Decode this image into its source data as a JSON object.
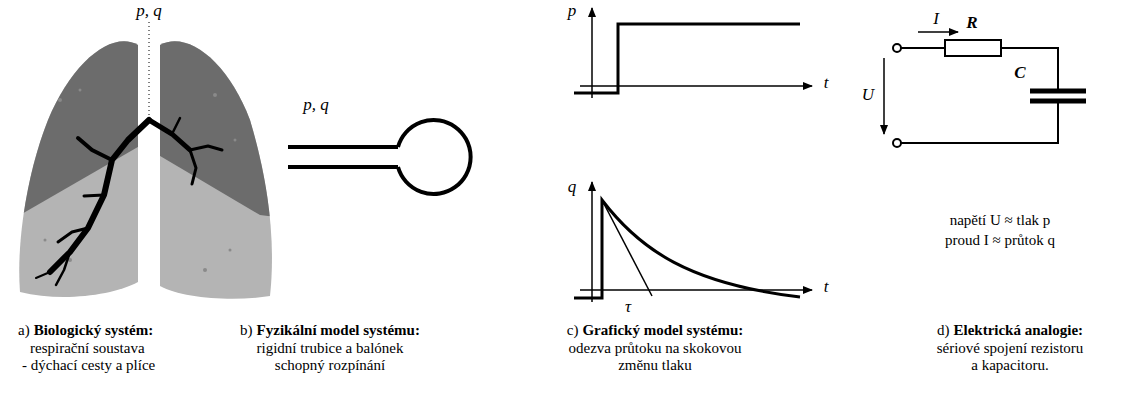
{
  "diagram": {
    "labels": [
      "p, q",
      "p, q",
      "p",
      "t",
      "q",
      "t",
      "τ",
      "I",
      "R",
      "U",
      "C",
      "napětí U ≈ tlak p",
      "proud I ≈ průtok q",
      "a)",
      "Biologický systém:",
      "respirační soustava",
      "- dýchací cesty a plíce",
      "b)",
      "Fyzikální model systému:",
      "rigidní trubice a balónek",
      "schopný rozpínání",
      "c)",
      "Grafický model systému:",
      "odezva průtoku na skokovou",
      "změnu tlaku",
      "d)",
      "Elektrická analogie:",
      "sériové spojení rezistoru",
      "a kapacitoru."
    ]
  }
}
